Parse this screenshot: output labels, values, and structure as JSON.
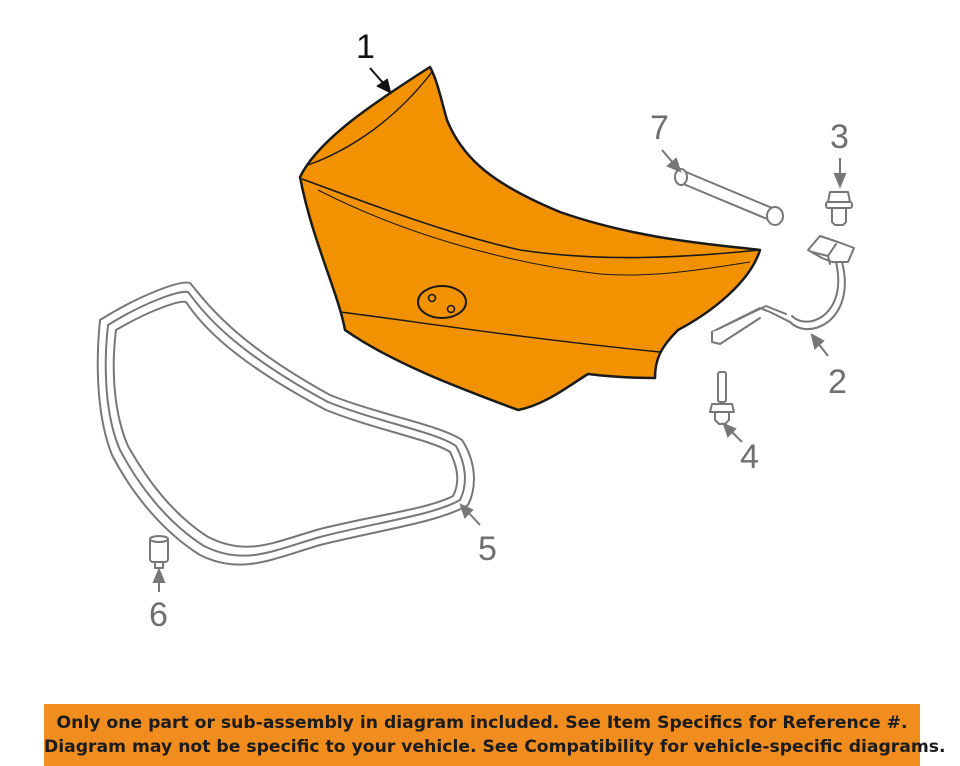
{
  "callouts": {
    "p1": "1",
    "p2": "2",
    "p3": "3",
    "p4": "4",
    "p5": "5",
    "p6": "6",
    "p7": "7"
  },
  "banner": {
    "line1": "Only one part or sub-assembly in diagram included. See Item Specifics for Reference #.",
    "line2": "Diagram may not be specific to your vehicle. See Compatibility for vehicle-specific diagrams."
  },
  "colors": {
    "highlight": "#f39200",
    "banner": "#f08d1e",
    "outline": "#1a1a1a",
    "part_line": "#777777"
  }
}
